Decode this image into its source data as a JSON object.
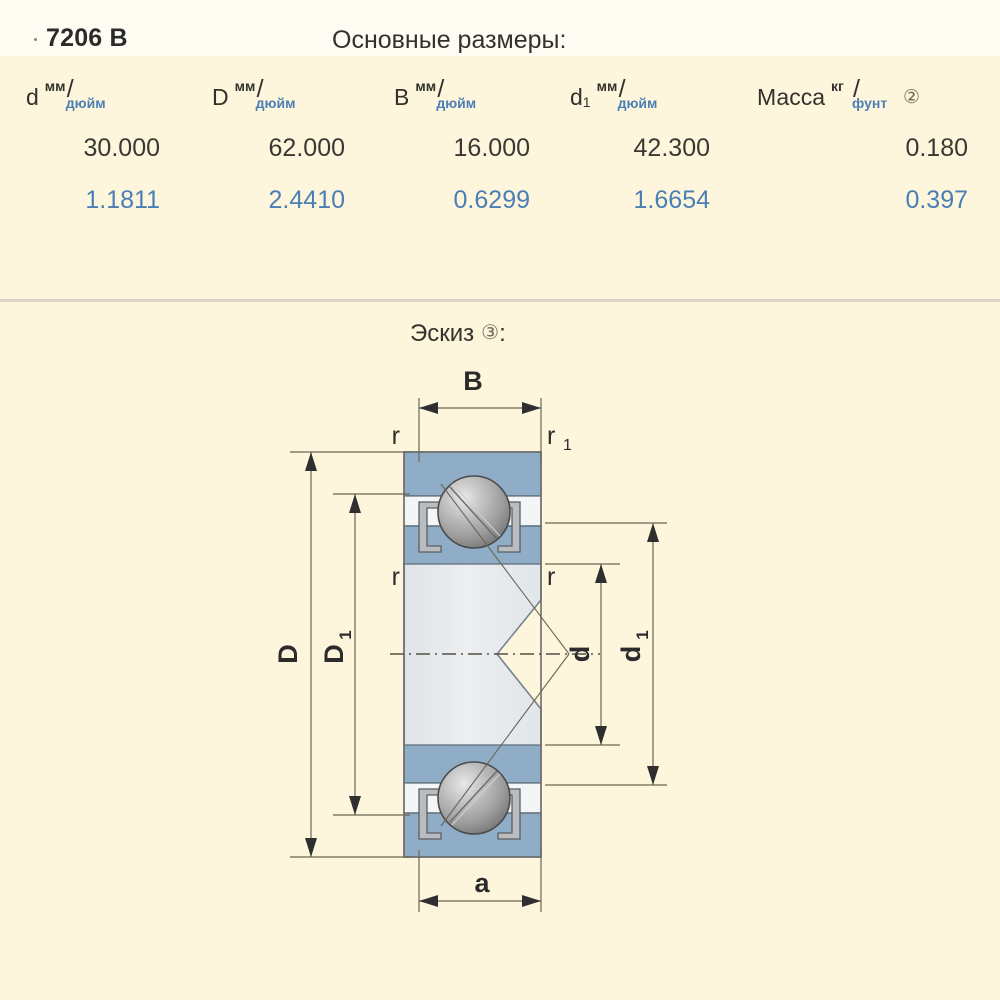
{
  "part": {
    "number": "7206 B",
    "section_title": "Основные размеры:"
  },
  "table": {
    "columns": [
      {
        "symbol": "d",
        "sub": "",
        "unit_num": "мм",
        "unit_den": "дюйм",
        "note": ""
      },
      {
        "symbol": "D",
        "sub": "",
        "unit_num": "мм",
        "unit_den": "дюйм",
        "note": ""
      },
      {
        "symbol": "B",
        "sub": "",
        "unit_num": "мм",
        "unit_den": "дюйм",
        "note": ""
      },
      {
        "symbol": "d",
        "sub": "1",
        "unit_num": "мм",
        "unit_den": "дюйм",
        "note": ""
      },
      {
        "symbol": "Масса",
        "sub": "",
        "unit_num": "кг",
        "unit_den": "фунт",
        "note": "②"
      }
    ],
    "rows": [
      {
        "unit": "mm",
        "values": [
          "30.000",
          "62.000",
          "16.000",
          "42.300",
          "0.180"
        ]
      },
      {
        "unit": "inch",
        "values": [
          "1.1811",
          "2.4410",
          "0.6299",
          "1.6654",
          "0.397"
        ]
      }
    ]
  },
  "sketch": {
    "caption": "Эскиз",
    "caption_note": "③",
    "caption_colon": ":",
    "labels": {
      "B": "B",
      "a": "a",
      "r_top_left": "r",
      "r_top_right": "r",
      "r_top_right_sub": "1",
      "r_mid_left": "r",
      "r_mid_right": "r",
      "D": "D",
      "D1": "D",
      "D1_sub": "1",
      "d": "d",
      "d1": "d",
      "d1_sub": "1"
    }
  },
  "colors": {
    "background": "#fdf6dc",
    "top_band": "#fffdf3",
    "ring": "#8fadc6",
    "ring_light": "#a8c0d4",
    "inner_ring": "#e6eaed",
    "cage": "#f2f4f5",
    "ball_light": "#dcdcdc",
    "ball_dark": "#8a8a8a",
    "line": "#3c3c3c",
    "dim_line": "#6b6554",
    "inch_text": "#4a7fb5",
    "text": "#33312c",
    "divider": "#ddd5c4"
  }
}
